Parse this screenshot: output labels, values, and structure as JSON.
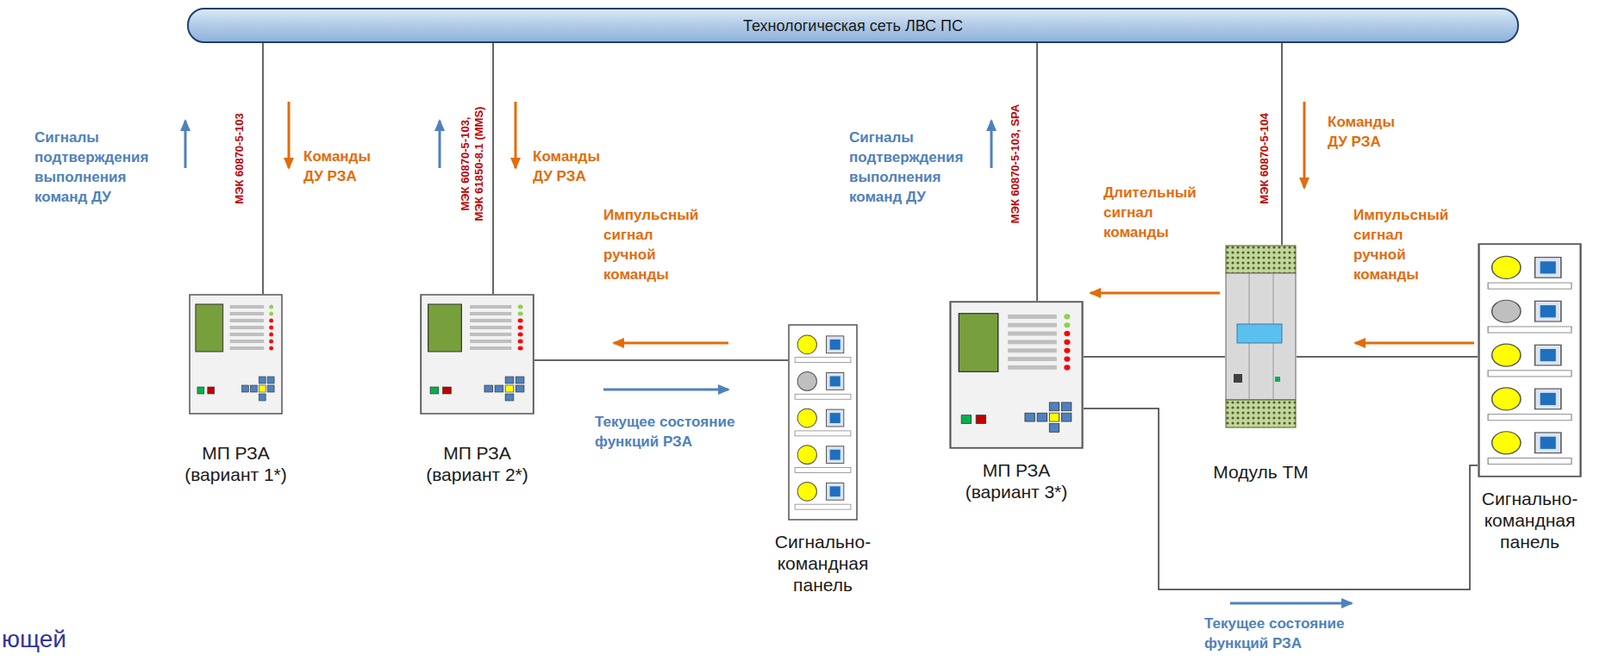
{
  "diagram": {
    "nodes": [
      {
        "text": [
          "Технологическая сеть ЛВС ПС"
        ]
      },
      {
        "text": [
          "МП РЗА (вариант 1*)"
        ]
      },
      {
        "text": [
          "МП РЗА (вариант 2*)"
        ]
      },
      {
        "text": [
          "Сигнально- командная панель"
        ]
      },
      {
        "text": [
          "МП РЗА (вариант 3*)"
        ]
      },
      {
        "text": [
          "Модуль ТМ"
        ]
      },
      {
        "text": [
          "Сигнально- командная панель"
        ]
      }
    ],
    "edges": [
      {
        "from": 0,
        "to": 1,
        "arrow": "none"
      },
      {
        "from": 0,
        "to": 2,
        "arrow": "none"
      },
      {
        "from": 0,
        "to": 4,
        "arrow": "none"
      },
      {
        "from": 0,
        "to": 5,
        "arrow": "none"
      },
      {
        "from": 2,
        "to": 3,
        "arrow": "none"
      },
      {
        "from": 4,
        "to": 5,
        "arrow": "none"
      },
      {
        "from": 5,
        "to": 6,
        "arrow": "none"
      },
      {
        "from": 4,
        "to": 6,
        "arrow": "none"
      }
    ],
    "labels": [
      "Сигналы подтверждения выполнения команд ДУ",
      "МЭК 60870-5-103",
      "Команды ДУ РЗА",
      "МЭК 60870-5-103, МЭК 61850-8.1 (MMS)",
      "Команды ДУ РЗА",
      "Импульсный сигнал ручной команды",
      "Текущее состояние функций РЗА",
      "Сигналы подтверждения выполнения команд ДУ",
      "МЭК 60870-5-103, SPA",
      "Длительный сигнал команды",
      "МЭК 60870-5-104",
      "Команды ДУ РЗА",
      "Импульсный сигнал ручной команды",
      "Текущее состояние функций РЗА",
      "ющей"
    ]
  }
}
